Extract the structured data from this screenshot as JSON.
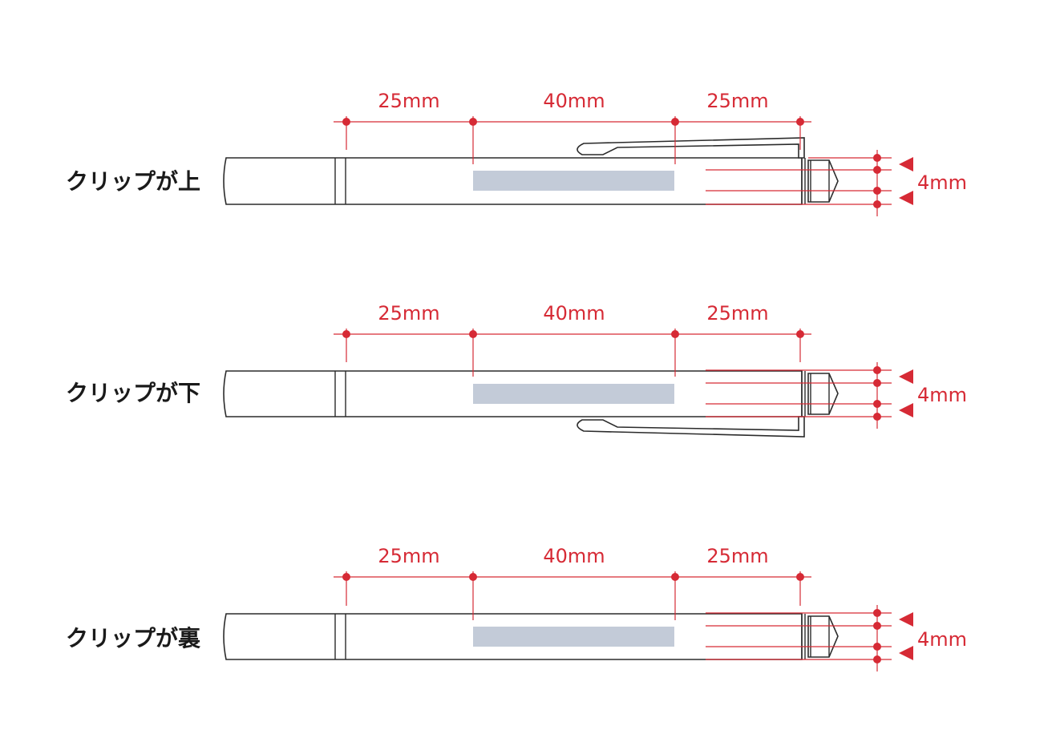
{
  "colors": {
    "dimension": "#d62a35",
    "outline": "#2b2b2b",
    "print_area": "#c3cbd8"
  },
  "rows": [
    {
      "label": "クリップが上",
      "clip": "top",
      "dimensions": [
        "25mm",
        "40mm",
        "25mm"
      ],
      "height": "4mm"
    },
    {
      "label": "クリップが下",
      "clip": "bottom",
      "dimensions": [
        "25mm",
        "40mm",
        "25mm"
      ],
      "height": "4mm"
    },
    {
      "label": "クリップが裏",
      "clip": "back",
      "dimensions": [
        "25mm",
        "40mm",
        "25mm"
      ],
      "height": "4mm"
    }
  ]
}
